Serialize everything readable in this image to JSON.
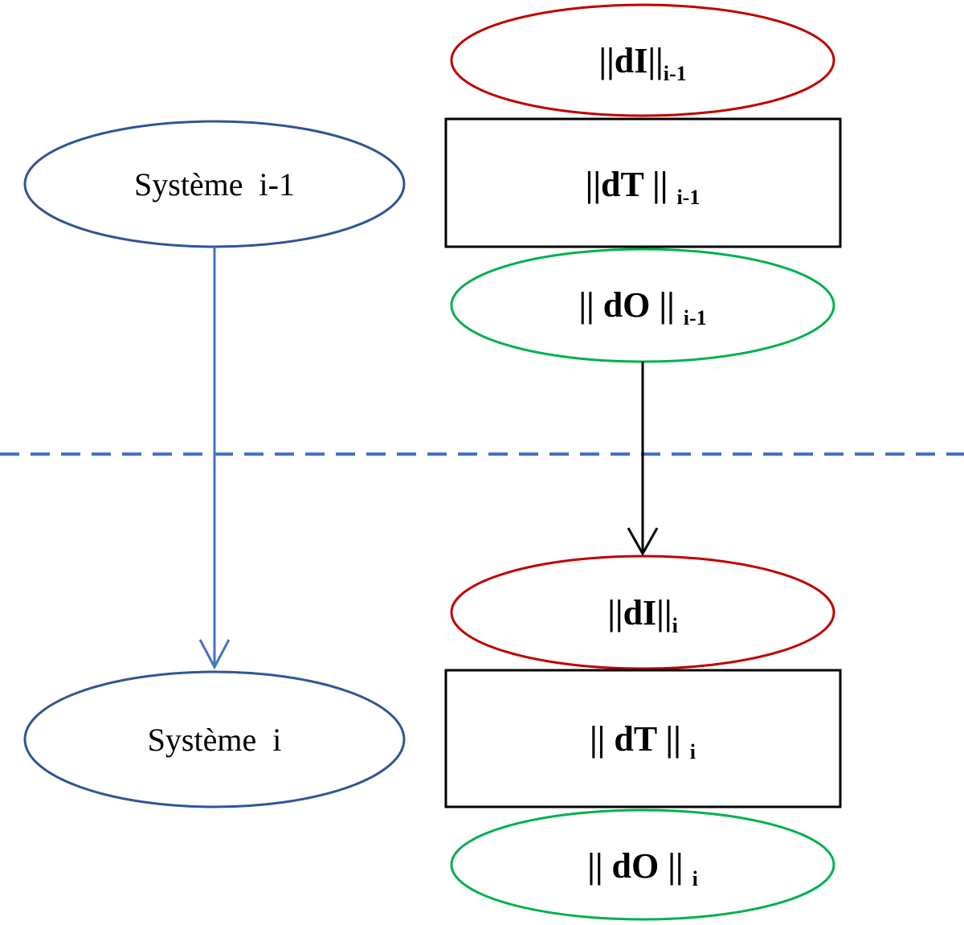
{
  "colors": {
    "system": "#2f5597",
    "system_arrow": "#4472c4",
    "divider": "#4472c4",
    "input": "#c00000",
    "transfer": "#000000",
    "output": "#00b050",
    "flow_arrow": "#000000"
  },
  "systems": {
    "prev": {
      "label": "Système  i-1"
    },
    "curr": {
      "label": "Système  i"
    }
  },
  "stages": {
    "prev": {
      "input": {
        "main": "||dI||",
        "sub": "i-1"
      },
      "transfer": {
        "main": "||dT || ",
        "sub": "i-1"
      },
      "output": {
        "main": "|| dO || ",
        "sub": "i-1"
      }
    },
    "curr": {
      "input": {
        "main": "||dI||",
        "sub": "i"
      },
      "transfer": {
        "main": "|| dT || ",
        "sub": "i"
      },
      "output": {
        "main": "|| dO || ",
        "sub": "i"
      }
    }
  }
}
